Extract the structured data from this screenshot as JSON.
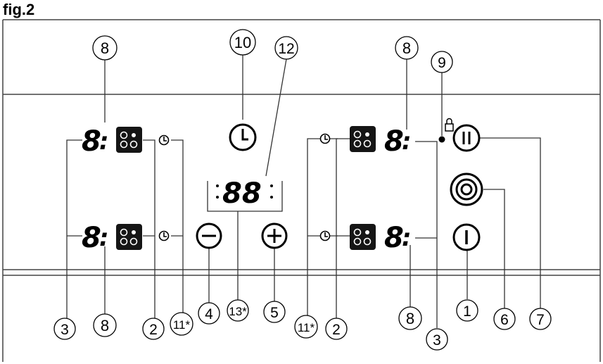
{
  "figure": {
    "label": "fig.2"
  },
  "display": {
    "zone_digit": "8",
    "zone_sep": ":",
    "timer_digits": "88",
    "minus_symbol": "−",
    "plus_symbol": "+"
  },
  "callouts": {
    "c1": "1",
    "c2": "2",
    "c3": "3",
    "c4": "4",
    "c5": "5",
    "c6": "6",
    "c7": "7",
    "c8": "8",
    "c9": "9",
    "c10": "10",
    "c11": "11*",
    "c12": "12",
    "c13": "13*"
  }
}
